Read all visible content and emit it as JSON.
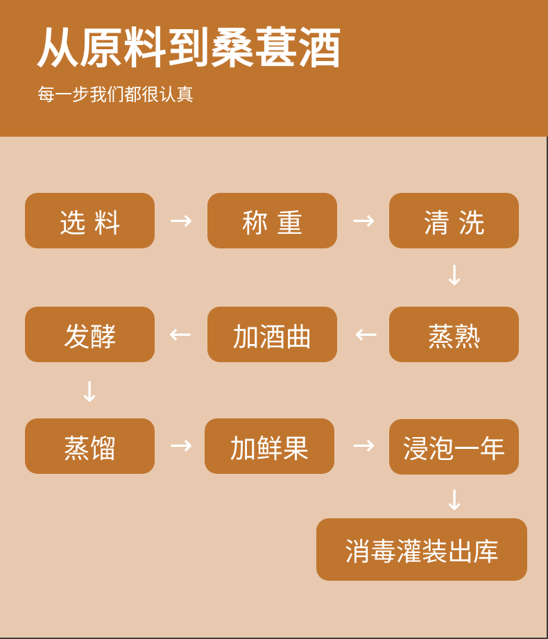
{
  "header": {
    "title": "从原料到桑葚酒",
    "subtitle": "每一步我们都很认真"
  },
  "steps": [
    {
      "label": "选 料"
    },
    {
      "label": "称 重"
    },
    {
      "label": "清 洗"
    },
    {
      "label": "蒸熟"
    },
    {
      "label": "加酒曲"
    },
    {
      "label": "发酵"
    },
    {
      "label": "蒸馏"
    },
    {
      "label": "加鲜果"
    },
    {
      "label": "浸泡一年"
    },
    {
      "label": "消毒灌装出库"
    }
  ],
  "arrows": {
    "right": "→",
    "left": "←",
    "down": "↓"
  },
  "colors": {
    "accent": "#c0752f",
    "background": "#e8c9af",
    "text": "#ffffff"
  }
}
